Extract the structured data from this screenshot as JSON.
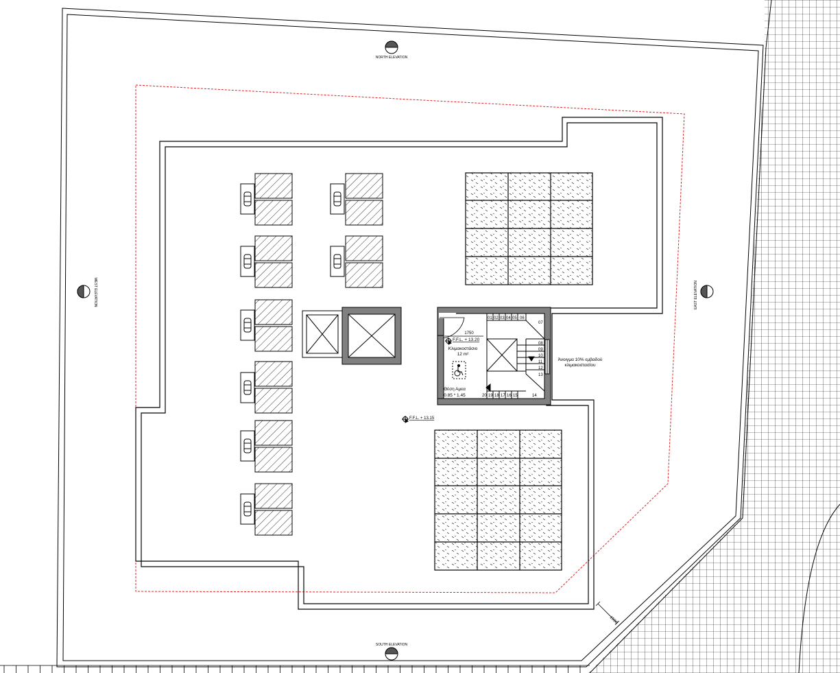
{
  "elevations": {
    "north": "NORTH ELEVATION",
    "south": "SOUTH ELEVATION",
    "west": "WEST ELEVATION",
    "east": "EAST ELEVATION"
  },
  "levels": {
    "stair_ffl": "F.F.L. + 13.20",
    "roof_ffl": "F.F.L. + 13.15"
  },
  "stair": {
    "room_name": "Κλιμακοστάσιο",
    "room_area": "12 m²",
    "wheelchair_label": "Θέση Αμεα",
    "wheelchair_size": "0.85 * 1.45",
    "width_dim": "1750",
    "opening_note_line1": "Άνοιγμα 10% εμβαδού",
    "opening_note_line2": "κλιμακοστασίου",
    "steps_top": [
      "01",
      "02",
      "03",
      "04",
      "05",
      "06"
    ],
    "step_07": "07",
    "steps_right": [
      "08",
      "09",
      "10",
      "11",
      "12",
      "13"
    ],
    "step_14": "14",
    "steps_bottom": [
      "20",
      "19",
      "18",
      "17",
      "16",
      "15"
    ]
  },
  "setback_dim": "1500",
  "colors": {
    "line": "#000000",
    "red_boundary": "#e02020",
    "wall_fill": "#808080",
    "hatch": "#000000"
  }
}
